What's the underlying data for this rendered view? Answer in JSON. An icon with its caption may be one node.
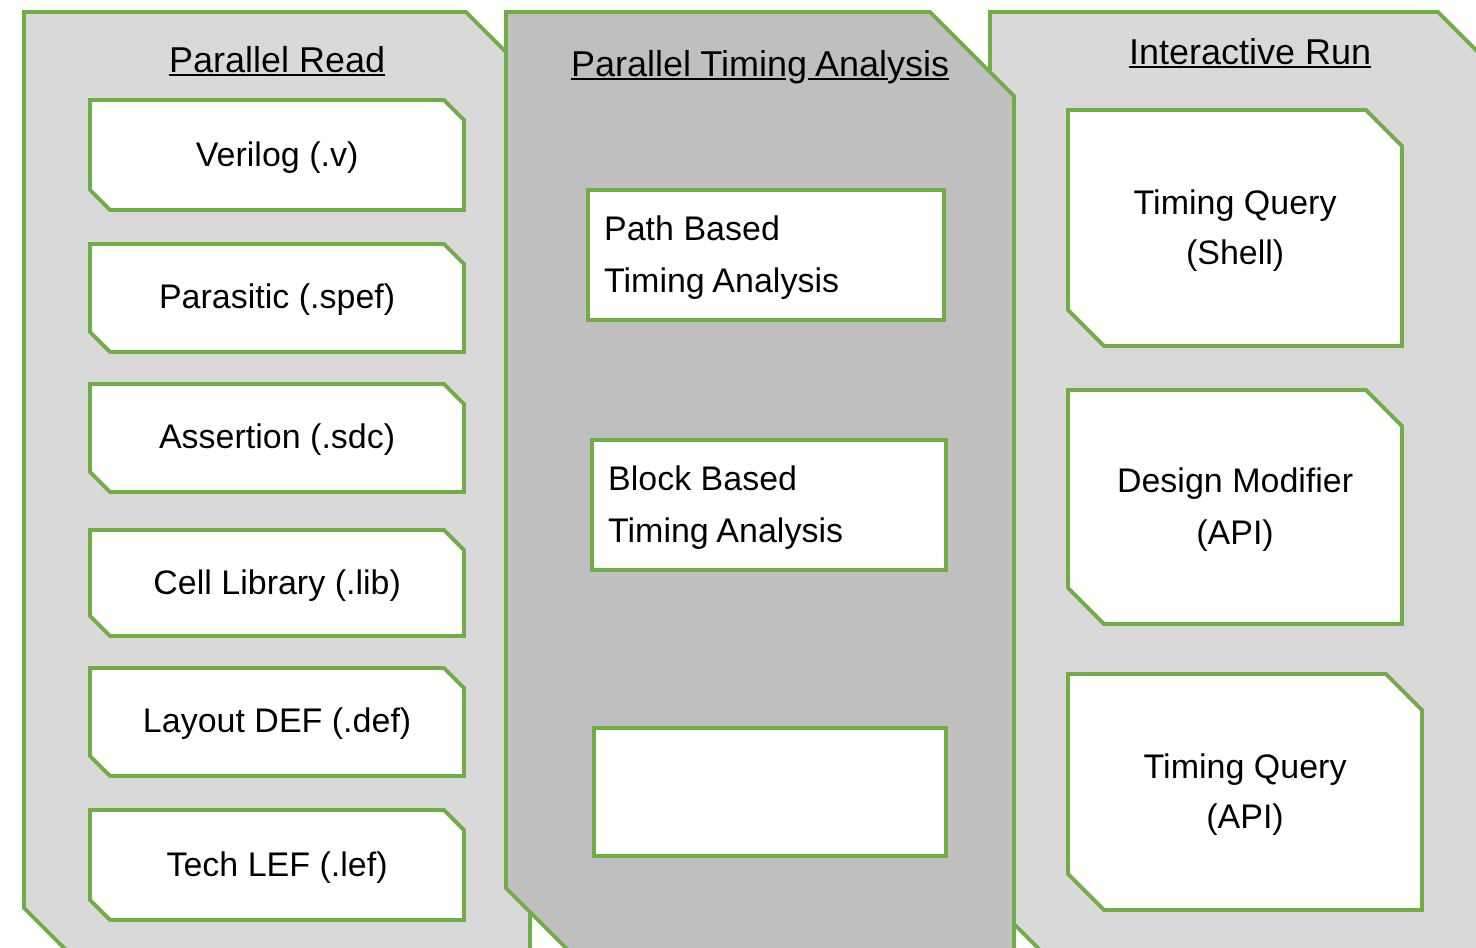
{
  "diagram": {
    "nodes": [
      {
        "text": [
          "Parallel Read"
        ]
      },
      {
        "text": [
          "Verilog (.v)"
        ],
        "in": 0
      },
      {
        "text": [
          "Parasitic (.spef)"
        ],
        "in": 0
      },
      {
        "text": [
          "Assertion (.sdc)"
        ],
        "in": 0
      },
      {
        "text": [
          "Cell Library (.lib)"
        ],
        "in": 0
      },
      {
        "text": [
          "Layout DEF (.def)"
        ],
        "in": 0
      },
      {
        "text": [
          "Tech LEF (.lef)"
        ],
        "in": 0
      },
      {
        "text": [
          "Parallel Timing Analysis"
        ]
      },
      {
        "text": [
          "Path Based Timing Analysis"
        ],
        "in": 7
      },
      {
        "text": [
          "Block Based Timing Analysis"
        ],
        "in": 7
      },
      {
        "text": [],
        "shape": "box",
        "in": 7
      },
      {
        "text": [
          "Interactive Run"
        ]
      },
      {
        "text": [
          "Timing Query (Shell)"
        ],
        "in": 11
      },
      {
        "text": [
          "Design Modifier (API)"
        ],
        "in": 11
      },
      {
        "text": [
          "Timing Query (API)"
        ],
        "in": 11
      }
    ]
  }
}
